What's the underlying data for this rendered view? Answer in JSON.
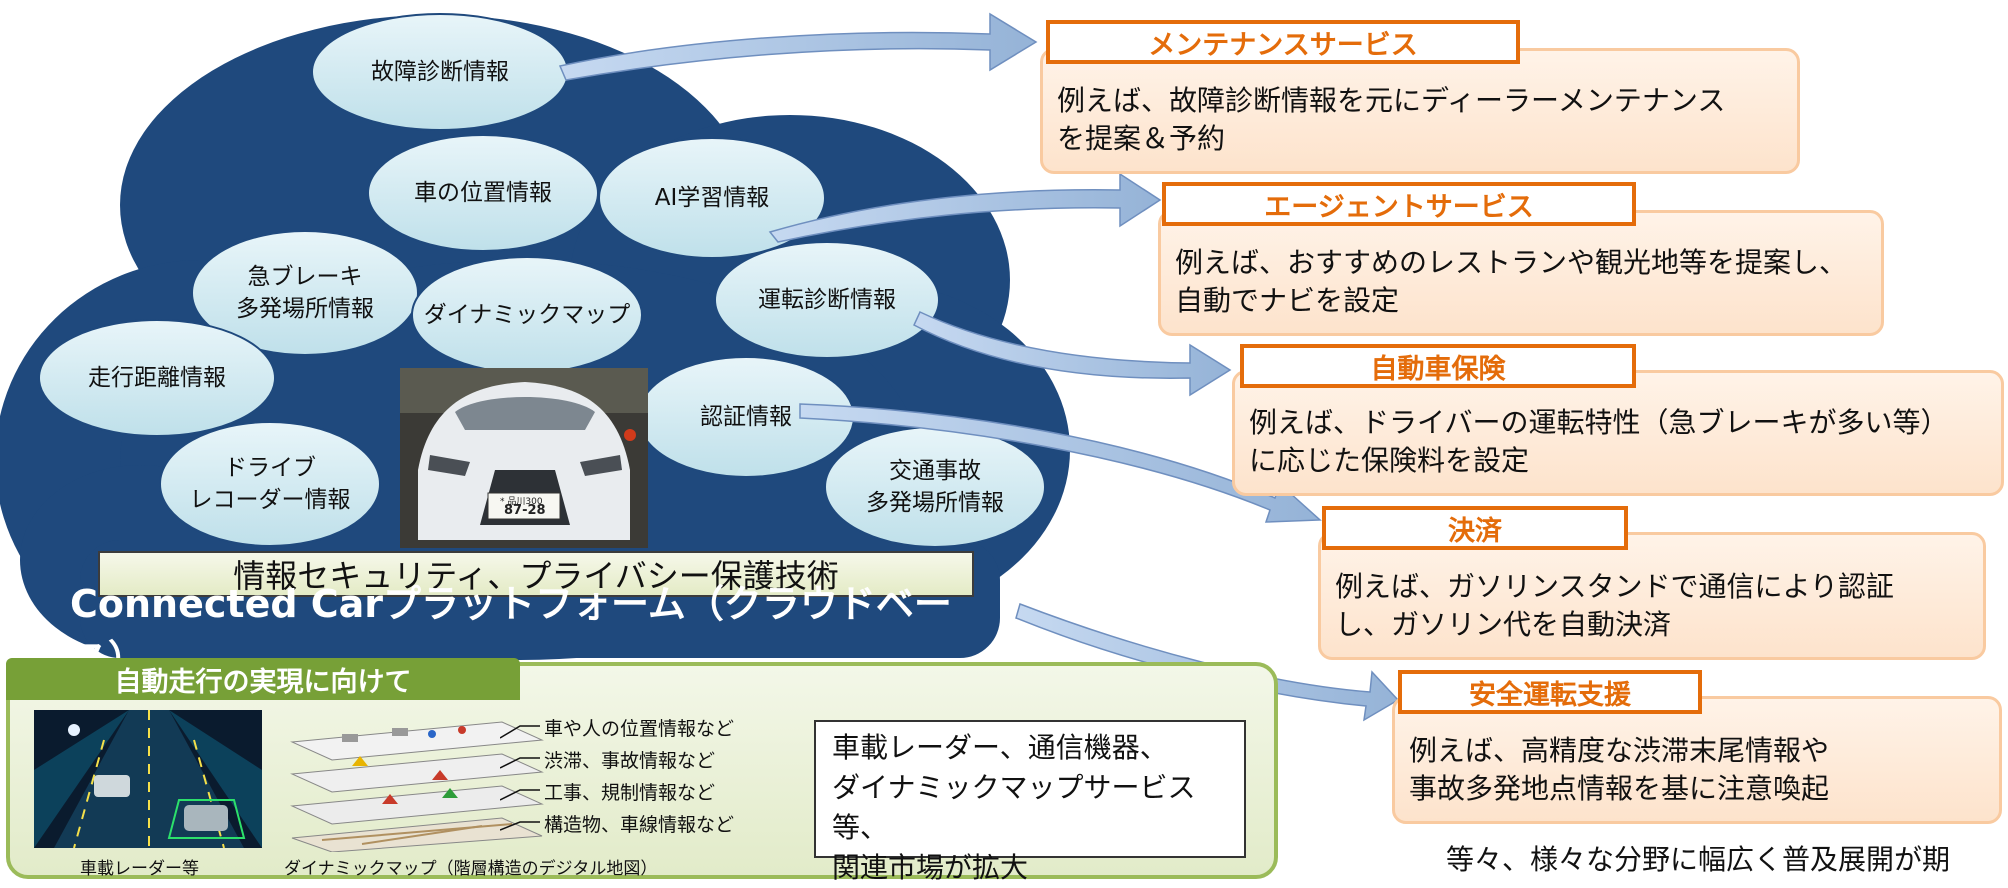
{
  "cloud": {
    "bubbles": [
      {
        "id": "fault-diagnosis",
        "text": "故障診断情報"
      },
      {
        "id": "car-location",
        "text": "車の位置情報"
      },
      {
        "id": "ai-learning",
        "text": "AI学習情報"
      },
      {
        "id": "sudden-brake",
        "text": "急ブレーキ\n多発場所情報"
      },
      {
        "id": "dynamic-map",
        "text": "ダイナミックマップ"
      },
      {
        "id": "driving-diagnosis",
        "text": "運転診断情報"
      },
      {
        "id": "mileage",
        "text": "走行距離情報"
      },
      {
        "id": "authentication",
        "text": "認証情報"
      },
      {
        "id": "drive-recorder",
        "text": "ドライブ\nレコーダー情報"
      },
      {
        "id": "traffic-accident",
        "text": "交通事故\n多発場所情報"
      }
    ],
    "security_label": "情報セキュリティ、プライバシー保護技術",
    "platform_label": "Connected Carプラットフォーム（クラウドベース）",
    "car_plate_small": "* 品川300",
    "car_plate_number": "87-28"
  },
  "services": [
    {
      "id": "maintenance",
      "title": "メンテナンスサービス",
      "desc": "例えば、故障診断情報を元にディーラーメンテナンス\nを提案＆予約"
    },
    {
      "id": "agent",
      "title": "エージェントサービス",
      "desc": "例えば、おすすめのレストランや観光地等を提案し、\n自動でナビを設定"
    },
    {
      "id": "insurance",
      "title": "自動車保険",
      "desc": "例えば、ドライバーの運転特性（急ブレーキが多い等）\nに応じた保険料を設定"
    },
    {
      "id": "payment",
      "title": "決済",
      "desc": "例えば、ガソリンスタンドで通信により認証\nし、ガソリン代を自動決済"
    },
    {
      "id": "safe-driving",
      "title": "安全運転支援",
      "desc": "例えば、高精度な渋滞末尾情報や\n事故多発地点情報を基に注意喚起"
    }
  ],
  "autonomous": {
    "tab_label": "自動走行の実現に向けて",
    "radar_caption": "車載レーダー等",
    "map_caption": "ダイナミックマップ（階層構造のデジタル地図）",
    "layers": [
      "車や人の位置情報など",
      "渋滞、事故情報など",
      "工事、規制情報など",
      "構造物、車線情報など"
    ],
    "market_note": "車載レーダー、通信機器、\nダイナミックマップサービス等、\n関連市場が拡大"
  },
  "footer": "等々、様々な分野に幅広く普及展開が期",
  "colors": {
    "cloud": "#1f497d",
    "bubble": "#daeef3",
    "accent": "#e46c0a",
    "arrow": "#b9cde5",
    "panel_border": "#9bbb59"
  }
}
